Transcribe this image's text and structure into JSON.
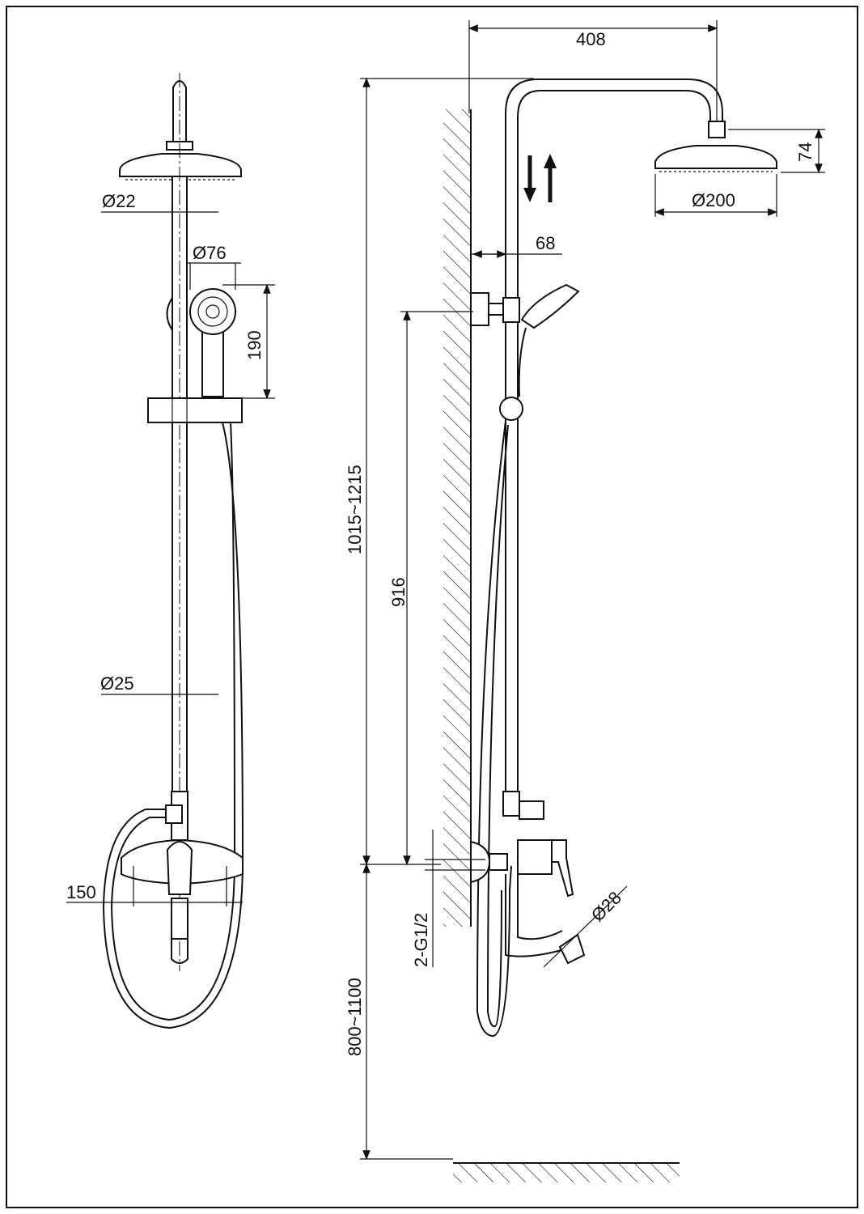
{
  "dimensions": {
    "top_reach": "408",
    "head_height": "74",
    "head_diameter": "Ø200",
    "pipe_top_diameter": "Ø22",
    "hand_shower_diameter": "Ø76",
    "hand_shower_length": "190",
    "wall_offset": "68",
    "total_height": "1015~1215",
    "bracket_height": "916",
    "pipe_bottom_diameter": "Ø25",
    "mixer_centers": "150",
    "inlet_thread": "2-G1/2",
    "spout_diameter": "Ø28",
    "mount_height": "800~1100"
  }
}
